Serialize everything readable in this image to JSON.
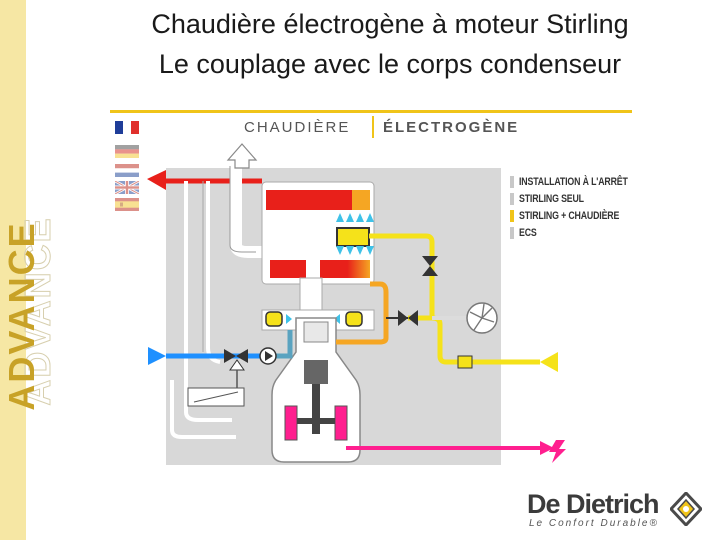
{
  "title": {
    "line1": "Chaudière électrogène à moteur Stirling",
    "line2": "Le couplage avec le corps condenseur"
  },
  "sidebar": {
    "word": "ADVANCE"
  },
  "brand_header": {
    "part1": "CHAUDIÈRE",
    "part2": "ÉLECTROGÈNE"
  },
  "legend": [
    {
      "label": "INSTALLATION À L'ARRÊT",
      "color": "#c8c8c8"
    },
    {
      "label": "STIRLING SEUL",
      "color": "#c8c8c8"
    },
    {
      "label": "STIRLING + CHAUDIÈRE",
      "color": "#f0c419"
    },
    {
      "label": "ECS",
      "color": "#c8c8c8"
    }
  ],
  "logo": {
    "name": "De Dietrich",
    "tagline": "Le Confort Durable®"
  },
  "colors": {
    "hot": "#e8201a",
    "cold": "#1e90ff",
    "yellow_pipe": "#f5e21a",
    "orange_pipe": "#f5a623",
    "electric": "#ff1f8f",
    "panel": "#d8d8d8",
    "sidebar": "#f6e7a4",
    "brand_yellow": "#f0c419"
  },
  "icons": {
    "flags": [
      "france-flag-icon",
      "germany-flag-icon",
      "netherlands-flag-icon",
      "uk-flag-icon",
      "spain-flag-icon"
    ],
    "components": [
      "burner-icon",
      "fan-icon",
      "pump-icon",
      "valve-icon",
      "lightning-icon",
      "flue-arrow-icon"
    ]
  }
}
